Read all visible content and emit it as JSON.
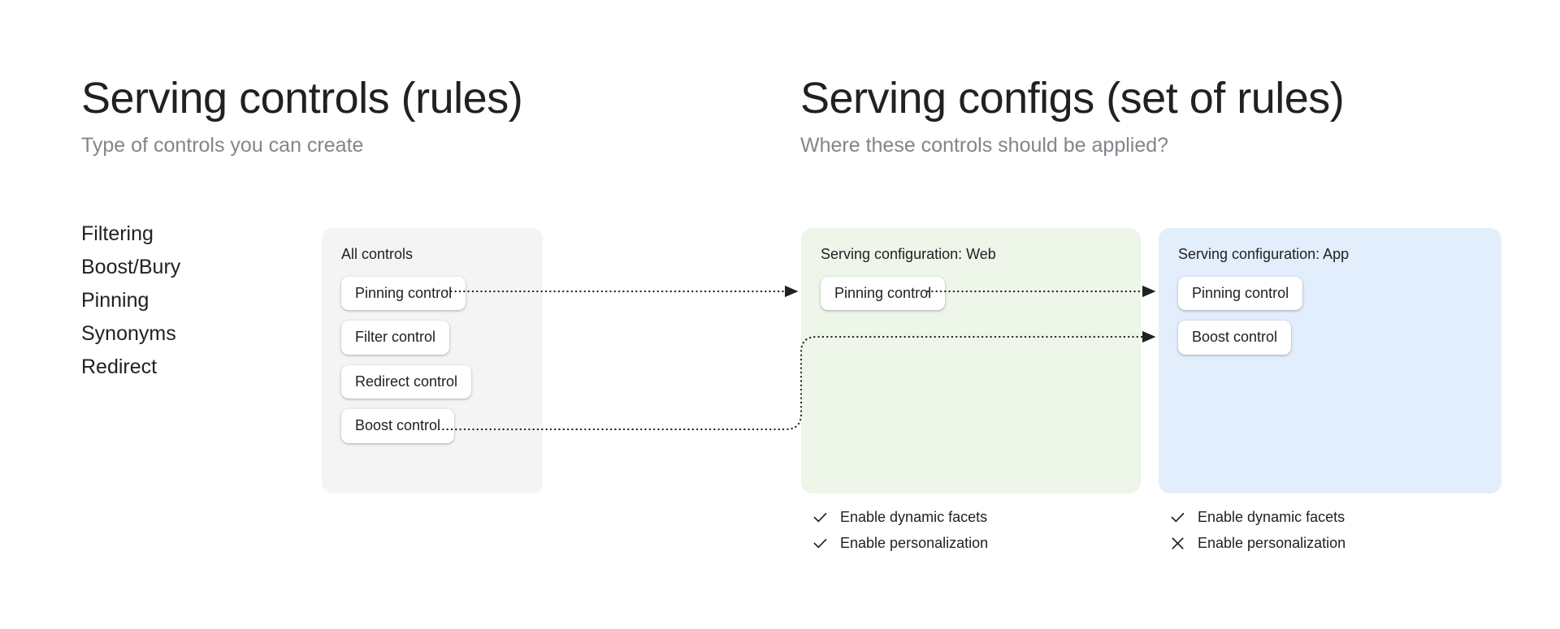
{
  "columns": {
    "left": {
      "title": "Serving controls (rules)",
      "subtitle": "Type of controls you can create"
    },
    "right": {
      "title": "Serving configs (set of rules)",
      "subtitle": "Where these controls should be applied?"
    }
  },
  "control_types": [
    {
      "label": "Filtering"
    },
    {
      "label": "Boost/Bury"
    },
    {
      "label": "Pinning"
    },
    {
      "label": "Synonyms"
    },
    {
      "label": "Redirect"
    }
  ],
  "panels": {
    "all_controls": {
      "title": "All controls",
      "background": "#f4f4f5",
      "chips": [
        {
          "label": "Pinning control"
        },
        {
          "label": "Filter control"
        },
        {
          "label": "Redirect control"
        },
        {
          "label": "Boost control"
        }
      ]
    },
    "serving_config_web": {
      "title": "Serving configuration: Web",
      "background": "#eef5e9",
      "chips": [
        {
          "label": "Pinning control"
        }
      ],
      "features": [
        {
          "label": "Enable dynamic facets",
          "icon": "check-icon",
          "state": "enabled"
        },
        {
          "label": "Enable personalization",
          "icon": "check-icon",
          "state": "enabled"
        }
      ]
    },
    "serving_config_app": {
      "title": "Serving configuration: App",
      "background": "#e2eefb",
      "chips": [
        {
          "label": "Pinning control"
        },
        {
          "label": "Boost control"
        }
      ],
      "features": [
        {
          "label": "Enable dynamic facets",
          "icon": "check-icon",
          "state": "enabled"
        },
        {
          "label": "Enable personalization",
          "icon": "close-icon",
          "state": "disabled"
        }
      ]
    }
  },
  "connectors": [
    {
      "from": "all-controls-pinning-control",
      "to": "web-pinning-control",
      "style": "dotted-arrow"
    },
    {
      "from": "web-pinning-control",
      "to": "app-pinning-control",
      "style": "dotted-arrow"
    },
    {
      "from": "all-controls-boost-control",
      "to": "app-boost-control",
      "style": "dotted-arrow"
    }
  ],
  "colors": {
    "text": "#202124",
    "muted_text": "#80868b",
    "panel_neutral": "#f4f4f5",
    "panel_green": "#eef5e9",
    "panel_blue": "#e2eefb",
    "chip": "#ffffff",
    "connector": "#202124"
  }
}
